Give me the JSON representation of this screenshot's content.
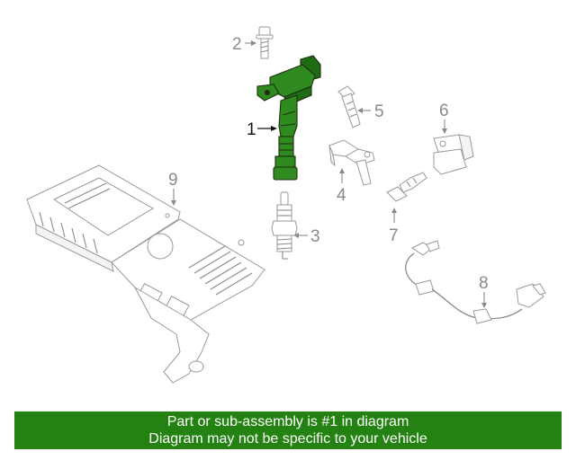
{
  "callouts": {
    "c1": "1",
    "c2": "2",
    "c3": "3",
    "c4": "4",
    "c5": "5",
    "c6": "6",
    "c7": "7",
    "c8": "8",
    "c9": "9"
  },
  "highlight_color": "#238211",
  "banner": {
    "line1": "Part or sub-assembly is #1 in diagram",
    "line2": "Diagram may not be specific to your vehicle"
  }
}
